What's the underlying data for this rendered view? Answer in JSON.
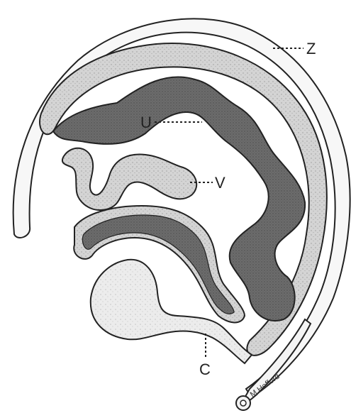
{
  "labels": {
    "z": "Z",
    "u": "U",
    "v": "V",
    "c": "C"
  },
  "signature": "M Hefford",
  "colors": {
    "outline": "#222222",
    "outer_layer": "#d8d8d8",
    "inner_band": "#6c6c6c",
    "lobe_c": "#e2e2e2",
    "background": "#ffffff"
  }
}
